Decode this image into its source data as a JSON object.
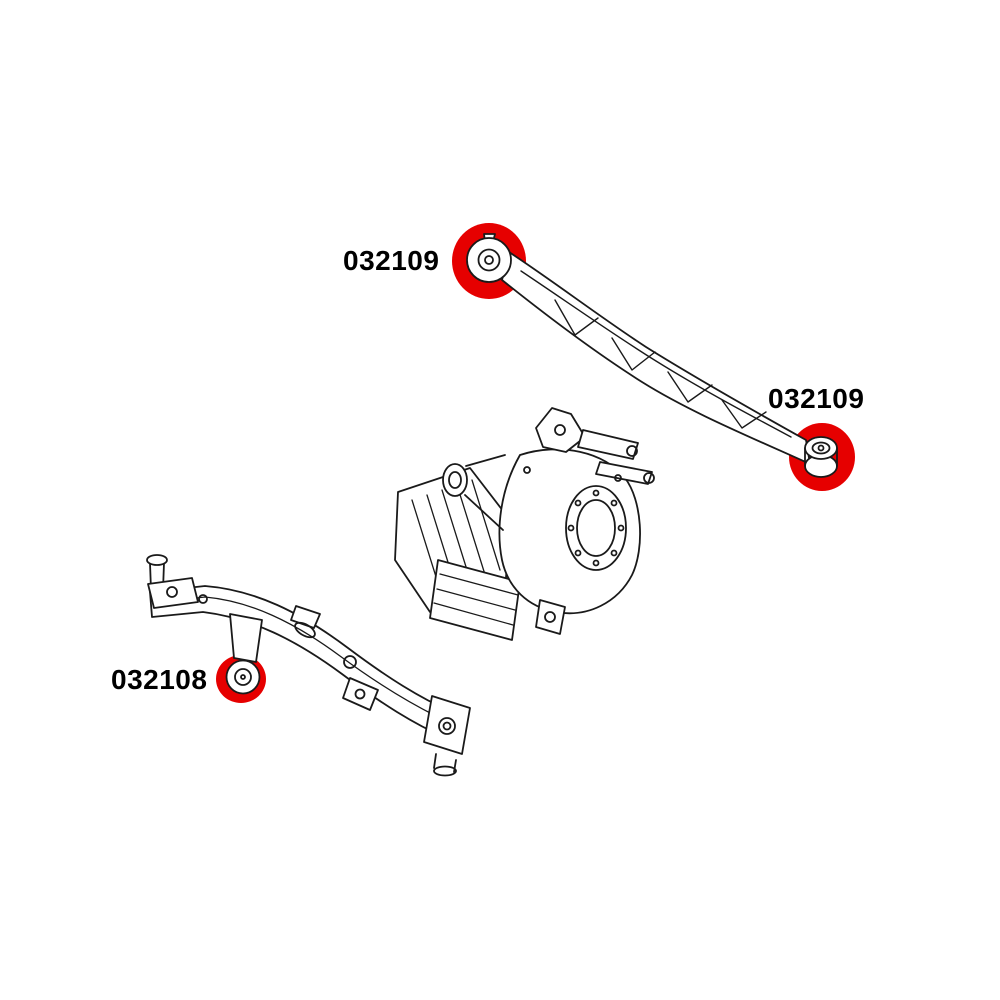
{
  "colors": {
    "background": "#ffffff",
    "line": "#1a1a1a",
    "highlight": "#e60000"
  },
  "labels": [
    {
      "id": "arm-front-bushing",
      "text": "032109"
    },
    {
      "id": "arm-rear-bushing",
      "text": "032109"
    },
    {
      "id": "subframe-bushing",
      "text": "032108"
    }
  ]
}
